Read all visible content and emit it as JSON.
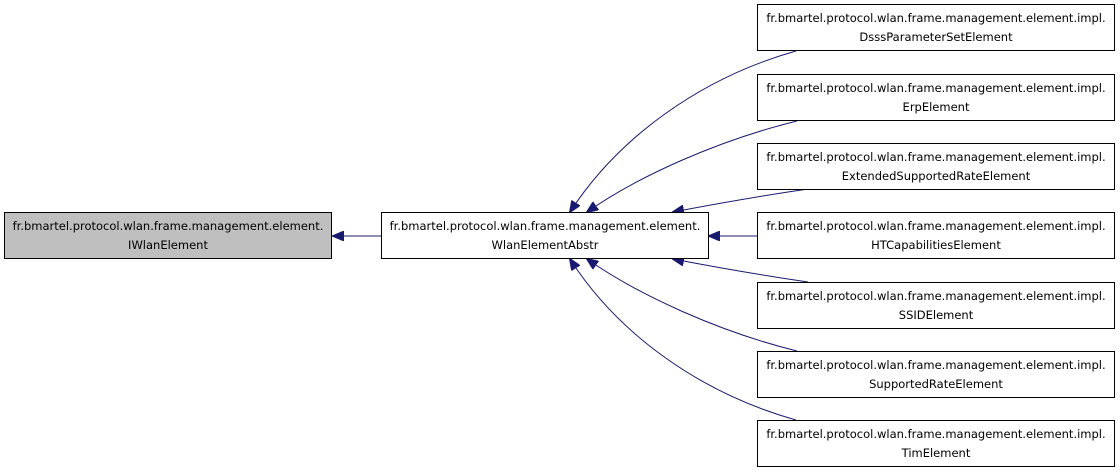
{
  "diagram": {
    "colors": {
      "root_fill": "#bfbfbf",
      "node_fill": "#ffffff",
      "border": "#000000",
      "edge": "#191970"
    },
    "root": {
      "line1": "fr.bmartel.protocol.wlan.frame.management.element.",
      "line2": "IWlanElement"
    },
    "mid": {
      "line1": "fr.bmartel.protocol.wlan.frame.management.element.",
      "line2": "WlanElementAbstr"
    },
    "leaves": [
      {
        "line1": "fr.bmartel.protocol.wlan.frame.management.element.impl.",
        "line2": "DsssParameterSetElement"
      },
      {
        "line1": "fr.bmartel.protocol.wlan.frame.management.element.impl.",
        "line2": "ErpElement"
      },
      {
        "line1": "fr.bmartel.protocol.wlan.frame.management.element.impl.",
        "line2": "ExtendedSupportedRateElement"
      },
      {
        "line1": "fr.bmartel.protocol.wlan.frame.management.element.impl.",
        "line2": "HTCapabilitiesElement"
      },
      {
        "line1": "fr.bmartel.protocol.wlan.frame.management.element.impl.",
        "line2": "SSIDElement"
      },
      {
        "line1": "fr.bmartel.protocol.wlan.frame.management.element.impl.",
        "line2": "SupportedRateElement"
      },
      {
        "line1": "fr.bmartel.protocol.wlan.frame.management.element.impl.",
        "line2": "TimElement"
      }
    ]
  }
}
